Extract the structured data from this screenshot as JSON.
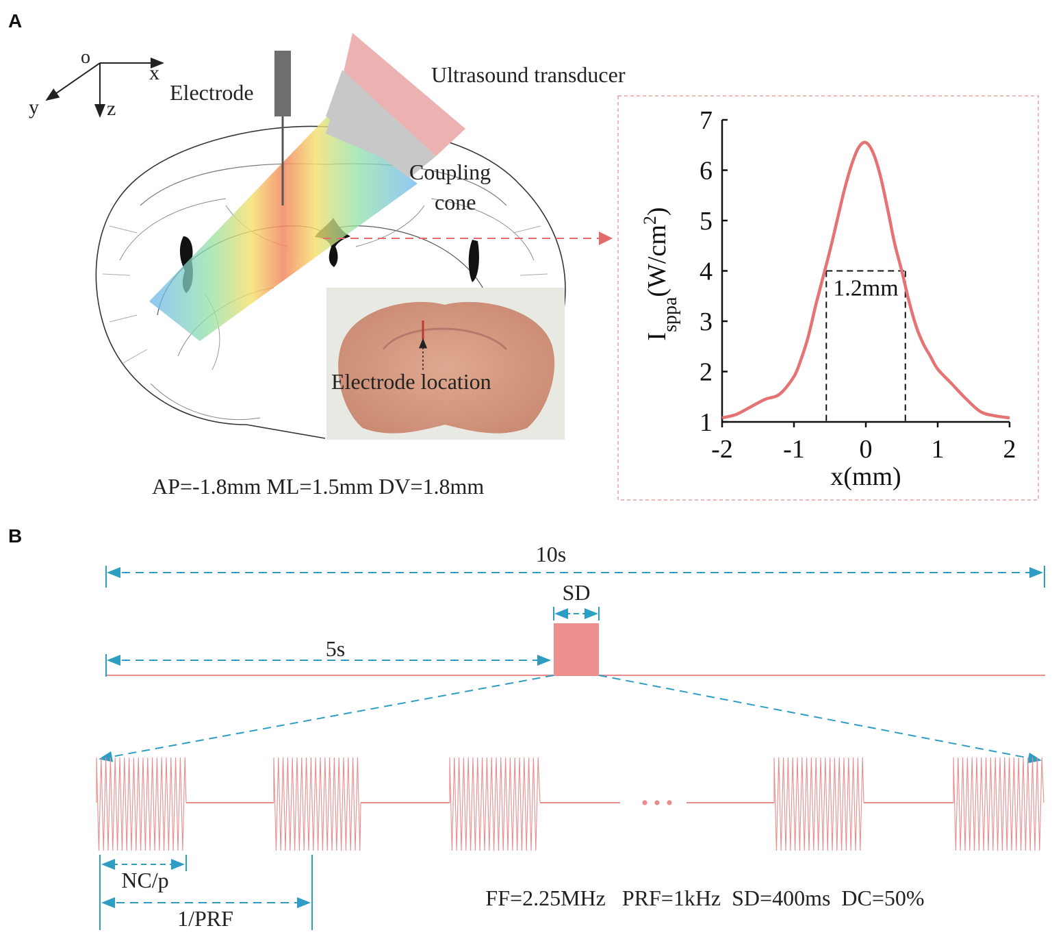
{
  "panel_a": {
    "label": "A",
    "axes": {
      "origin": "o",
      "x": "x",
      "y": "y",
      "z": "z"
    },
    "electrode_label": "Electrode",
    "transducer_label": "Ultrasound transducer",
    "coupling_label_1": "Coupling",
    "coupling_label_2": "cone",
    "electrode_location_label": "Electrode location",
    "coordinates": "AP=-1.8mm ML=1.5mm DV=1.8mm",
    "colors": {
      "transducer": "#ecb2b2",
      "cone": "#c8c8c8",
      "electrode": "#6e6e6e",
      "slice": "#d2967e",
      "arrow": "#e46b6b"
    }
  },
  "chart_data": {
    "type": "line",
    "xlabel": "x(mm)",
    "ylabel_main": "I",
    "ylabel_sub": "sppa",
    "ylabel_unit": "(W/cm",
    "ylabel_sup": "2",
    "ylabel_close": ")",
    "xlim": [
      -2,
      2
    ],
    "ylim": [
      1,
      7
    ],
    "xticks": [
      "-2",
      "-1",
      "0",
      "1",
      "2"
    ],
    "yticks": [
      "1",
      "2",
      "3",
      "4",
      "5",
      "6",
      "7"
    ],
    "color": "#e57373",
    "x": [
      -2.0,
      -1.8,
      -1.6,
      -1.4,
      -1.2,
      -1.0,
      -0.9,
      -0.8,
      -0.7,
      -0.6,
      -0.5,
      -0.4,
      -0.3,
      -0.2,
      -0.1,
      0.0,
      0.1,
      0.2,
      0.3,
      0.4,
      0.5,
      0.6,
      0.7,
      0.8,
      0.9,
      1.0,
      1.2,
      1.4,
      1.6,
      1.8,
      2.0
    ],
    "y": [
      1.08,
      1.15,
      1.3,
      1.45,
      1.55,
      1.9,
      2.25,
      2.7,
      3.3,
      3.85,
      4.4,
      5.0,
      5.6,
      6.1,
      6.45,
      6.55,
      6.35,
      5.9,
      5.25,
      4.55,
      4.0,
      3.4,
      2.9,
      2.55,
      2.3,
      2.05,
      1.75,
      1.45,
      1.2,
      1.12,
      1.08
    ],
    "fwhm_level": 4,
    "fwhm_x": [
      -0.55,
      0.55
    ],
    "fwhm_label": "1.2mm"
  },
  "panel_b": {
    "label": "B",
    "total_duration": "10s",
    "onset": "5s",
    "sd_label": "SD",
    "ellipsis": "• • •",
    "nc_label": "NC/p",
    "prf_label": "1/PRF",
    "parameters": "FF=2.25MHz   PRF=1kHz  SD=400ms  DC=50%",
    "colors": {
      "waveform": "#e88c8c",
      "dimension": "#2e9dc4"
    }
  }
}
